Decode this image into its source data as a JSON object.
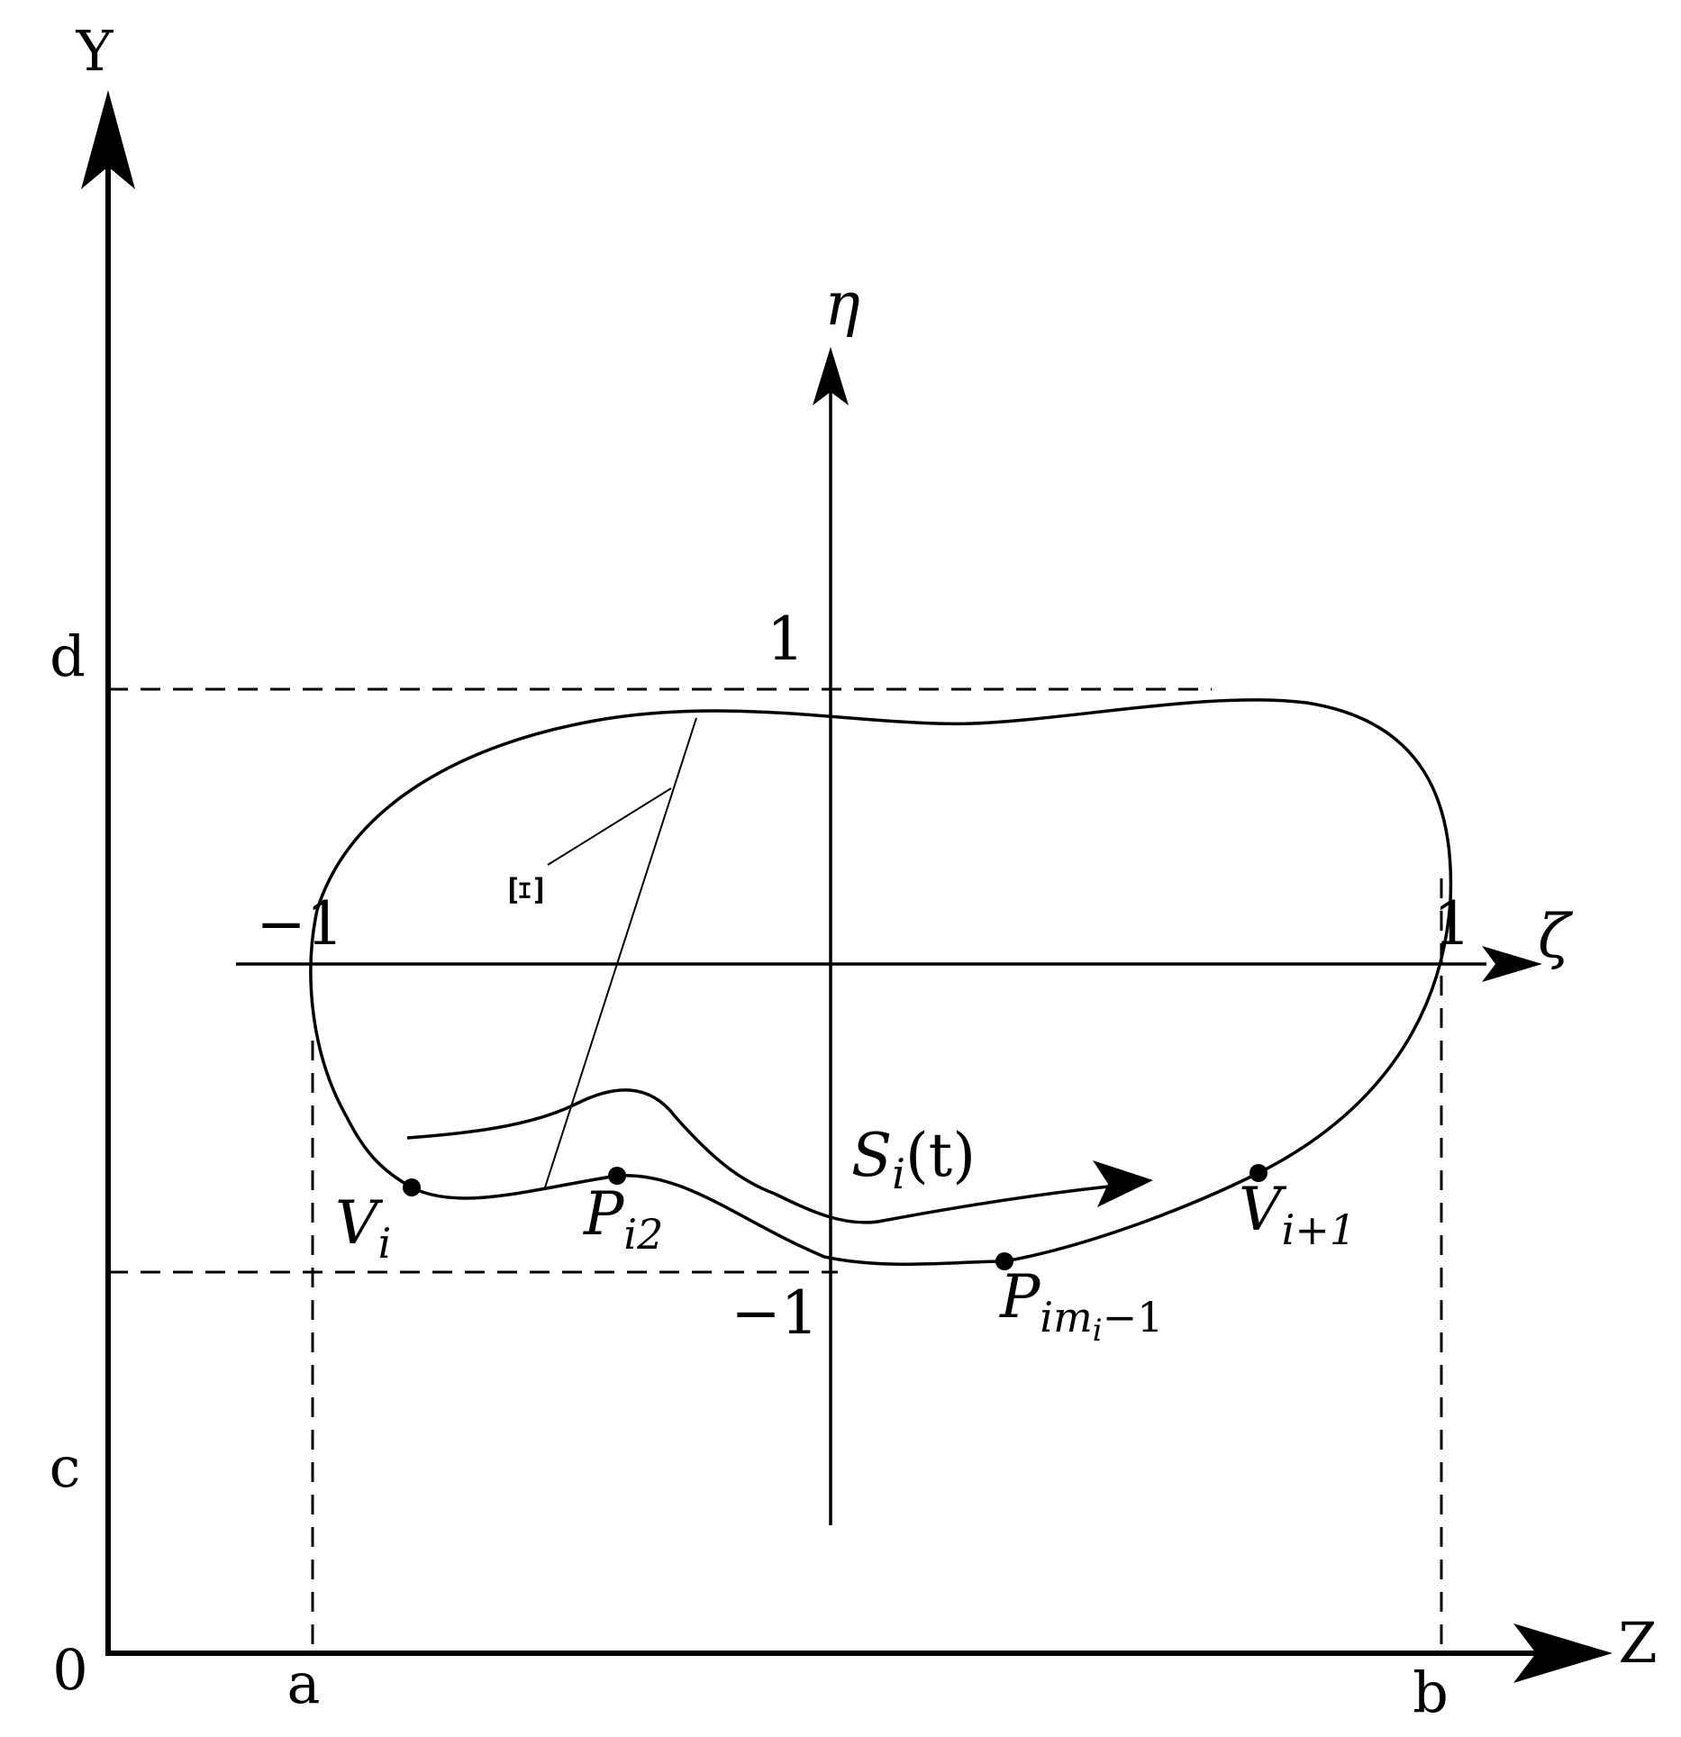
{
  "axes": {
    "outer_y_label": "Y",
    "outer_x_label": "Z",
    "origin_label": "0",
    "tick_a": "a",
    "tick_b": "b",
    "tick_c": "c",
    "tick_d": "d",
    "inner_x_label": "ζ",
    "inner_y_label": "η",
    "inner_x_neg": "−1",
    "inner_x_pos": "1",
    "inner_y_pos": "1",
    "inner_y_neg": "−1"
  },
  "labels": {
    "xi": "Ξ",
    "curve_s": "S",
    "curve_s_sub": "i",
    "curve_s_arg": "(t)",
    "v_i": "V",
    "v_i_sub": "i",
    "p_i2": "P",
    "p_i2_sub": "i2",
    "p_im": "P",
    "p_im_sub1": "im",
    "p_im_subsub": "i",
    "p_im_sub2": "−1",
    "v_i1": "V",
    "v_i1_sub": "i+1"
  }
}
